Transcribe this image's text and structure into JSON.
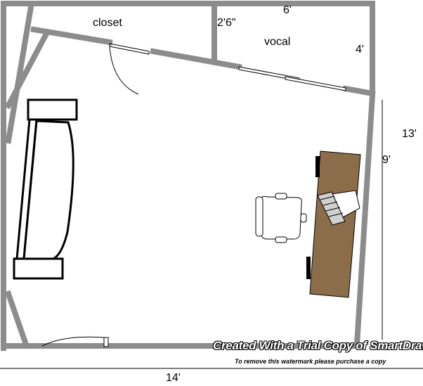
{
  "labels": {
    "closet": "closet",
    "closet_depth": "2'6\"",
    "vocal_width": "6'",
    "vocal": "vocal",
    "vocal_depth": "4'",
    "height_total": "13'",
    "height_partial": "9'",
    "width_total": "14'"
  },
  "watermark": {
    "line1": "Created With a Trial Copy of SmartDraw",
    "line2": "To remove this watermark please purchase a copy"
  },
  "colors": {
    "wall": "#8c8c8c",
    "desk": "#8b6d4a",
    "line": "#000000"
  }
}
